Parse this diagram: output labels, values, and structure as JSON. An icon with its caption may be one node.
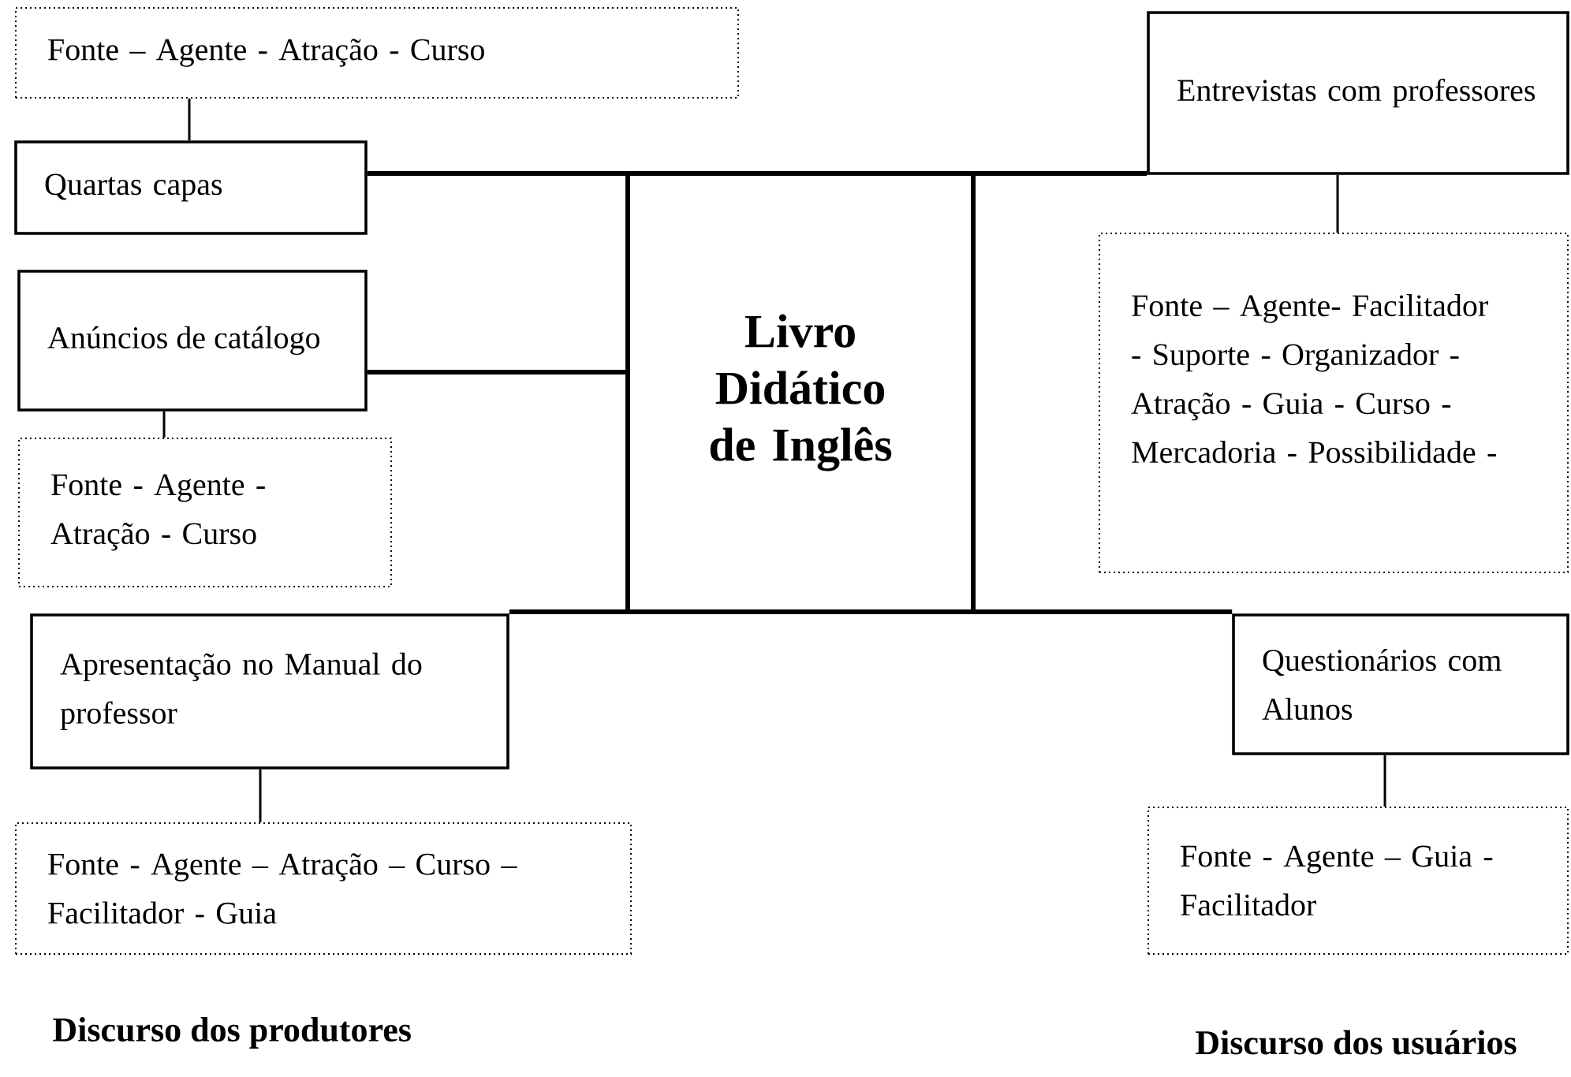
{
  "diagram": {
    "nodes": [
      {
        "text": [
          "Livro Didático de Inglês"
        ]
      },
      {
        "text": [
          "Quartas capas"
        ]
      },
      {
        "text": [
          "Fonte – Agente - Atração - Curso"
        ]
      },
      {
        "text": [
          "Anúncios de catálogo"
        ]
      },
      {
        "text": [
          "Fonte - Agente - Atração - Curso"
        ]
      },
      {
        "text": [
          "Apresentação no Manual do professor"
        ]
      },
      {
        "text": [
          "Fonte - Agente – Atração – Curso – Facilitador - Guia"
        ]
      },
      {
        "text": [
          "Entrevistas com professores"
        ]
      },
      {
        "text": [
          "Fonte – Agente- Facilitador - Suporte - Organizador - Atração - Guia - Curso - Mercadoria - Possibilidade -"
        ]
      },
      {
        "text": [
          "Questionários com Alunos"
        ]
      },
      {
        "text": [
          "Fonte - Agente – Guia - Facilitador"
        ]
      }
    ],
    "edges": [
      {
        "from": 1,
        "to": 0,
        "arrow": "none",
        "style": "thick"
      },
      {
        "from": 3,
        "to": 0,
        "arrow": "none",
        "style": "thick"
      },
      {
        "from": 5,
        "to": 0,
        "arrow": "none",
        "style": "thick"
      },
      {
        "from": 7,
        "to": 0,
        "arrow": "none",
        "style": "thick"
      },
      {
        "from": 9,
        "to": 0,
        "arrow": "none",
        "style": "thick"
      },
      {
        "from": 2,
        "to": 1,
        "arrow": "none"
      },
      {
        "from": 3,
        "to": 4,
        "arrow": "none"
      },
      {
        "from": 5,
        "to": 6,
        "arrow": "none"
      },
      {
        "from": 7,
        "to": 8,
        "arrow": "none"
      },
      {
        "from": 9,
        "to": 10,
        "arrow": "none"
      }
    ],
    "labels": [
      "Discurso dos produtores",
      "Discurso dos usuários"
    ]
  }
}
